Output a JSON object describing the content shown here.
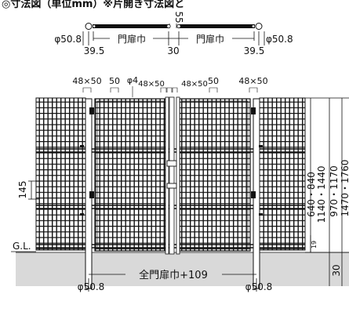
{
  "caption_fragment": "◎寸法図（単位mm）※片開き寸法図と",
  "plan": {
    "dim_top": "55",
    "dia_left": "φ50.8",
    "dia_right": "φ50.8",
    "leaf_width_left": "門扉巾",
    "leaf_width_right": "門扉巾",
    "gap_left": "39.5",
    "gap_center": "30",
    "gap_right": "39.5"
  },
  "elevation": {
    "member_labels": [
      "48×50",
      "50",
      "φ4",
      "48×50",
      "48×50",
      "50",
      "48×50"
    ],
    "dim_145": "145",
    "dim_19": "19",
    "ground_label": "G.L.",
    "height_a": "640・840",
    "height_b": "1140・1440",
    "height_c": "970・1170",
    "height_d": "1470・1760",
    "dim_30": "30",
    "bottom_dia_left": "φ50.8",
    "bottom_dia_right": "φ50.8",
    "total_width": "全門扉巾+109"
  },
  "colors": {
    "line": "#111111",
    "ground": "#d9d9d9",
    "background": "#ffffff"
  }
}
